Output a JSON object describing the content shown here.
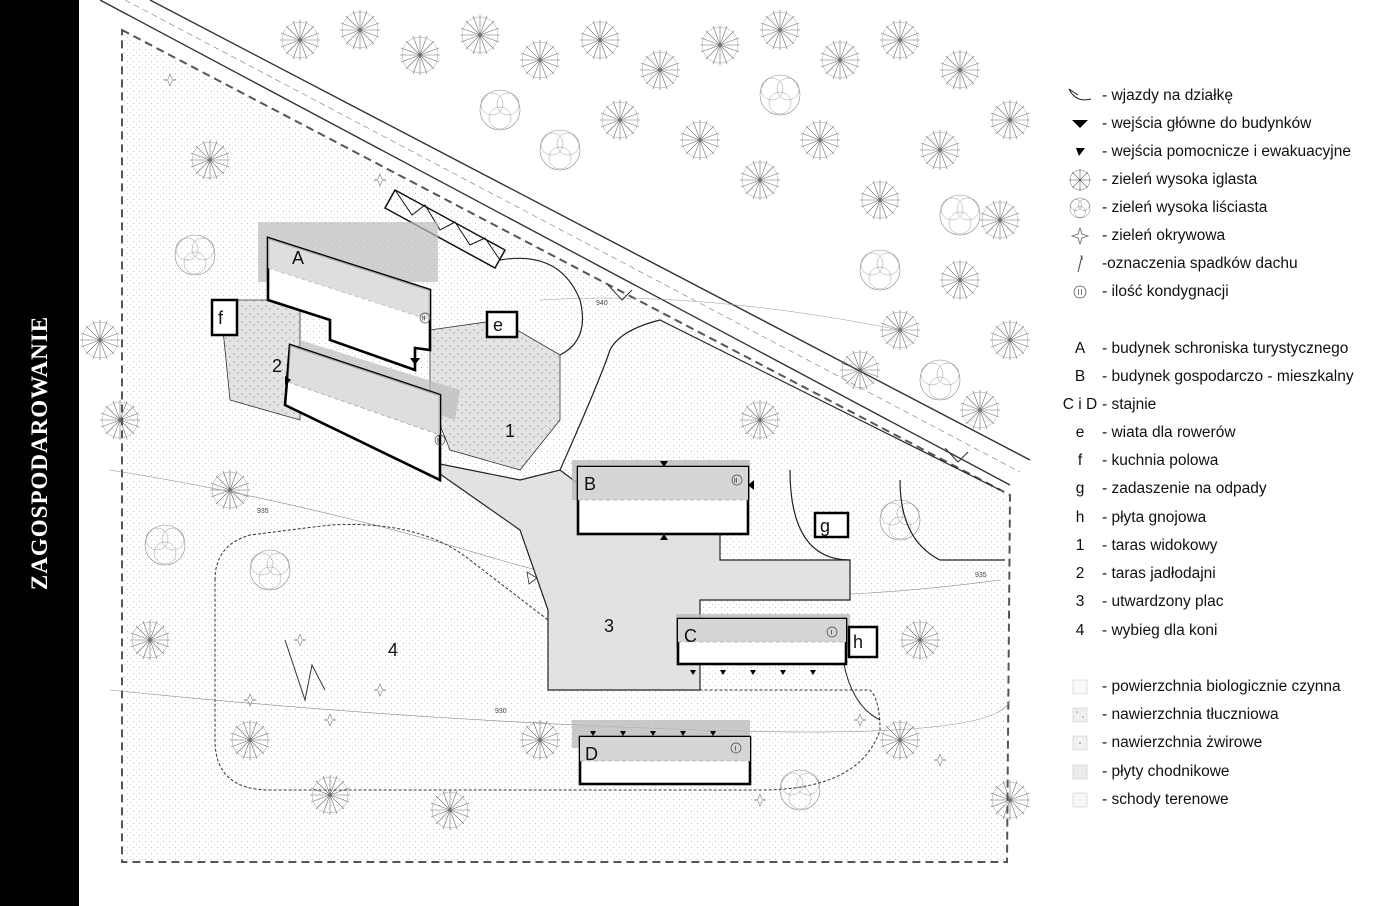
{
  "side_title": "ZAGOSPODAROWANIE",
  "plan": {
    "buildings": [
      {
        "letter": "A",
        "floors": "II"
      },
      {
        "letter": "B",
        "floors": "II"
      },
      {
        "letter": "C",
        "floors": "I"
      },
      {
        "letter": "D",
        "floors": "I"
      }
    ],
    "small_structures": [
      "e",
      "f",
      "g",
      "h"
    ],
    "areas": [
      "1",
      "2",
      "3",
      "4"
    ],
    "contours": [
      "940",
      "935",
      "935",
      "930"
    ]
  },
  "legend": {
    "symbols": [
      {
        "icon": "entry-arrow-icon",
        "text": "- wjazdy na działkę"
      },
      {
        "icon": "main-entrance-icon",
        "text": "- wejścia główne do budynków"
      },
      {
        "icon": "aux-entrance-icon",
        "text": "- wejścia pomocnicze i ewakuacyjne"
      },
      {
        "icon": "conifer-tree-icon",
        "text": "- zieleń wysoka iglasta"
      },
      {
        "icon": "deciduous-tree-icon",
        "text": "- zieleń wysoka liściasta"
      },
      {
        "icon": "ground-cover-icon",
        "text": "- zieleń okrywowa"
      },
      {
        "icon": "roof-slope-icon",
        "text": "-oznaczenia spadków dachu"
      },
      {
        "icon": "floor-count-icon",
        "text": "- ilość kondygnacji"
      }
    ],
    "keys": [
      {
        "key": "A",
        "text": "- budynek schroniska turystycznego"
      },
      {
        "key": "B",
        "text": "- budynek gospodarczo - mieszkalny"
      },
      {
        "key": "C i D",
        "text": "- stajnie"
      },
      {
        "key": "e",
        "text": "-  wiata dla rowerów"
      },
      {
        "key": "f",
        "text": "- kuchnia polowa"
      },
      {
        "key": "g",
        "text": "- zadaszenie na odpady"
      },
      {
        "key": "h",
        "text": "- płyta gnojowa"
      },
      {
        "key": "1",
        "text": "- taras widokowy"
      },
      {
        "key": "2",
        "text": "- taras jadłodajni"
      },
      {
        "key": "3",
        "text": "- utwardzony plac"
      },
      {
        "key": "4",
        "text": "- wybieg dla koni"
      }
    ],
    "surfaces": [
      {
        "icon": "biological-surface-swatch",
        "text": "- powierzchnia biologicznie czynna"
      },
      {
        "icon": "crushed-stone-swatch",
        "text": "- nawierzchnia tłuczniowa"
      },
      {
        "icon": "gravel-swatch",
        "text": "- nawierzchnia żwirowe"
      },
      {
        "icon": "paving-slab-swatch",
        "text": "- płyty chodnikowe"
      },
      {
        "icon": "terrain-stairs-swatch",
        "text": "- schody terenowe"
      }
    ]
  }
}
